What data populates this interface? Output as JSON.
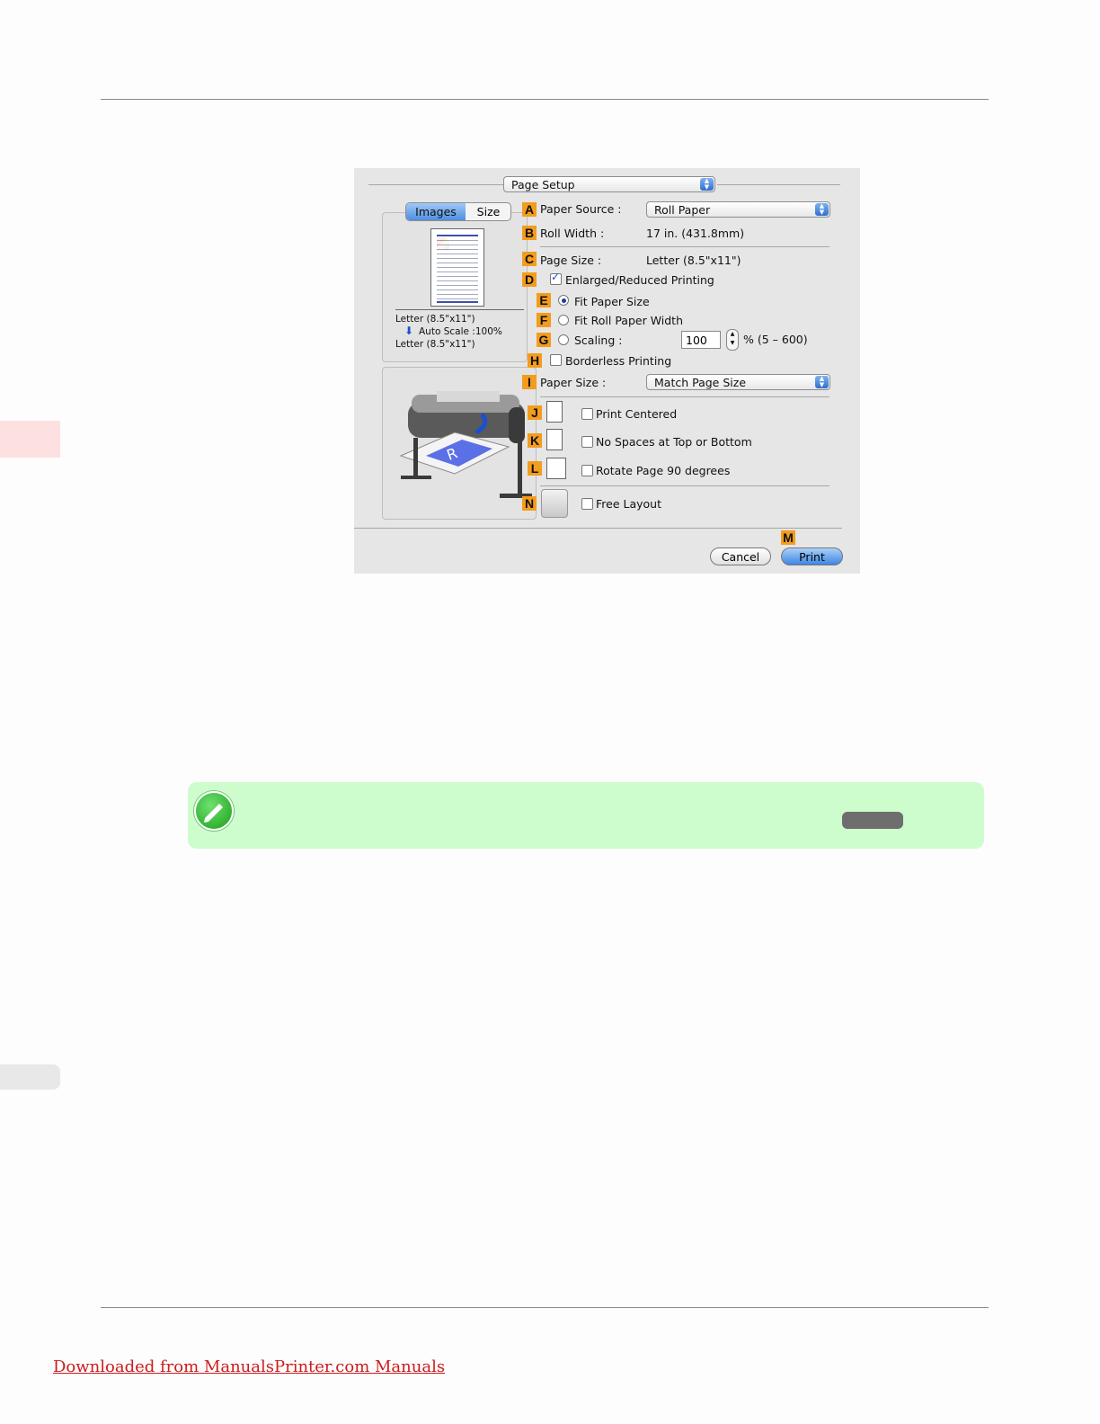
{
  "dialog": {
    "title_popup": "Page Setup",
    "tabs": [
      "Images",
      "Size"
    ],
    "preview_lines": [
      "Letter (8.5\"x11\")",
      "Auto Scale :100%",
      "Letter (8.5\"x11\")"
    ],
    "paper_source": {
      "label": "Paper Source :",
      "value": "Roll Paper"
    },
    "roll_width": {
      "label": "Roll Width :",
      "value": "17 in. (431.8mm)"
    },
    "page_size": {
      "label": "Page Size :",
      "value": "Letter (8.5\"x11\")"
    },
    "enlarged_reduced": {
      "label": "Enlarged/Reduced Printing",
      "checked": true
    },
    "fit_paper_size": {
      "label": "Fit Paper Size",
      "selected": true
    },
    "fit_roll_paper_width": {
      "label": "Fit Roll Paper Width",
      "selected": false
    },
    "scaling": {
      "label": "Scaling :",
      "value": "100",
      "range": "% (5 – 600)"
    },
    "borderless": {
      "label": "Borderless Printing",
      "checked": false
    },
    "paper_size": {
      "label": "Paper Size :",
      "value": "Match Page Size"
    },
    "print_centered": {
      "label": "Print Centered",
      "checked": false
    },
    "no_spaces": {
      "label": "No Spaces at Top or Bottom",
      "checked": false
    },
    "rotate": {
      "label": "Rotate Page 90 degrees",
      "checked": false
    },
    "free_layout": {
      "label": "Free Layout",
      "checked": false
    },
    "cancel_label": "Cancel",
    "print_label": "Print",
    "badges": {
      "A": "A",
      "B": "B",
      "C": "C",
      "D": "D",
      "E": "E",
      "F": "F",
      "G": "G",
      "H": "H",
      "I": "I",
      "J": "J",
      "K": "K",
      "L": "L",
      "M": "M",
      "N": "N"
    }
  },
  "footer": {
    "link": "Downloaded from ManualsPrinter.com Manuals"
  },
  "colors": {
    "badge": "#f39c1e",
    "note_bg": "#cdfccd",
    "side_tab": "#fde0e0",
    "link": "#cc1c1c"
  }
}
